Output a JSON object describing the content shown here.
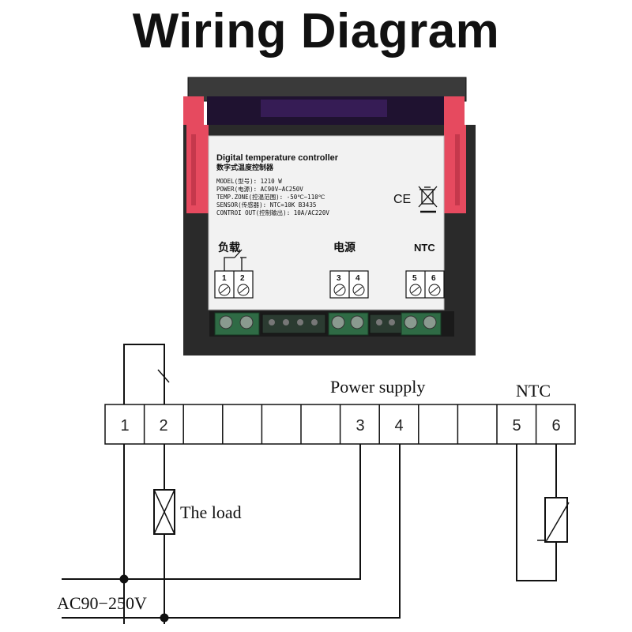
{
  "title": "Wiring Diagram",
  "label": {
    "heading_en": "Digital temperature controller",
    "heading_cn": "数字式温度控制器",
    "model": "MODEL(型号): 1210 W",
    "power": "POWER(电源): AC90V~AC250V",
    "temp_zone": "TEMP.ZONE(控温范围): -50℃~110℃",
    "sensor": "SENSOR(传感器): NTC=10K B3435",
    "control_out": "CONTROI OUT(控制输出): 10A/AC220V",
    "ce_mark": "CE",
    "group_load": "负载",
    "group_power": "电源",
    "group_ntc": "NTC",
    "terminals": [
      "1",
      "2",
      "3",
      "4",
      "5",
      "6"
    ]
  },
  "diagram": {
    "power_supply_label": "Power supply",
    "ntc_label": "NTC",
    "load_label": "The load",
    "ac_label": "AC90−250V",
    "terminal_labels": [
      "1",
      "2",
      "",
      "",
      "",
      "",
      "3",
      "4",
      "",
      "",
      "5",
      "6"
    ]
  },
  "colors": {
    "device_body": "#2a2a2a",
    "clip_red": "#e64a5f",
    "terminal_green": "#2f6b45",
    "label_bg": "#f2f2f2",
    "line": "#111111"
  }
}
